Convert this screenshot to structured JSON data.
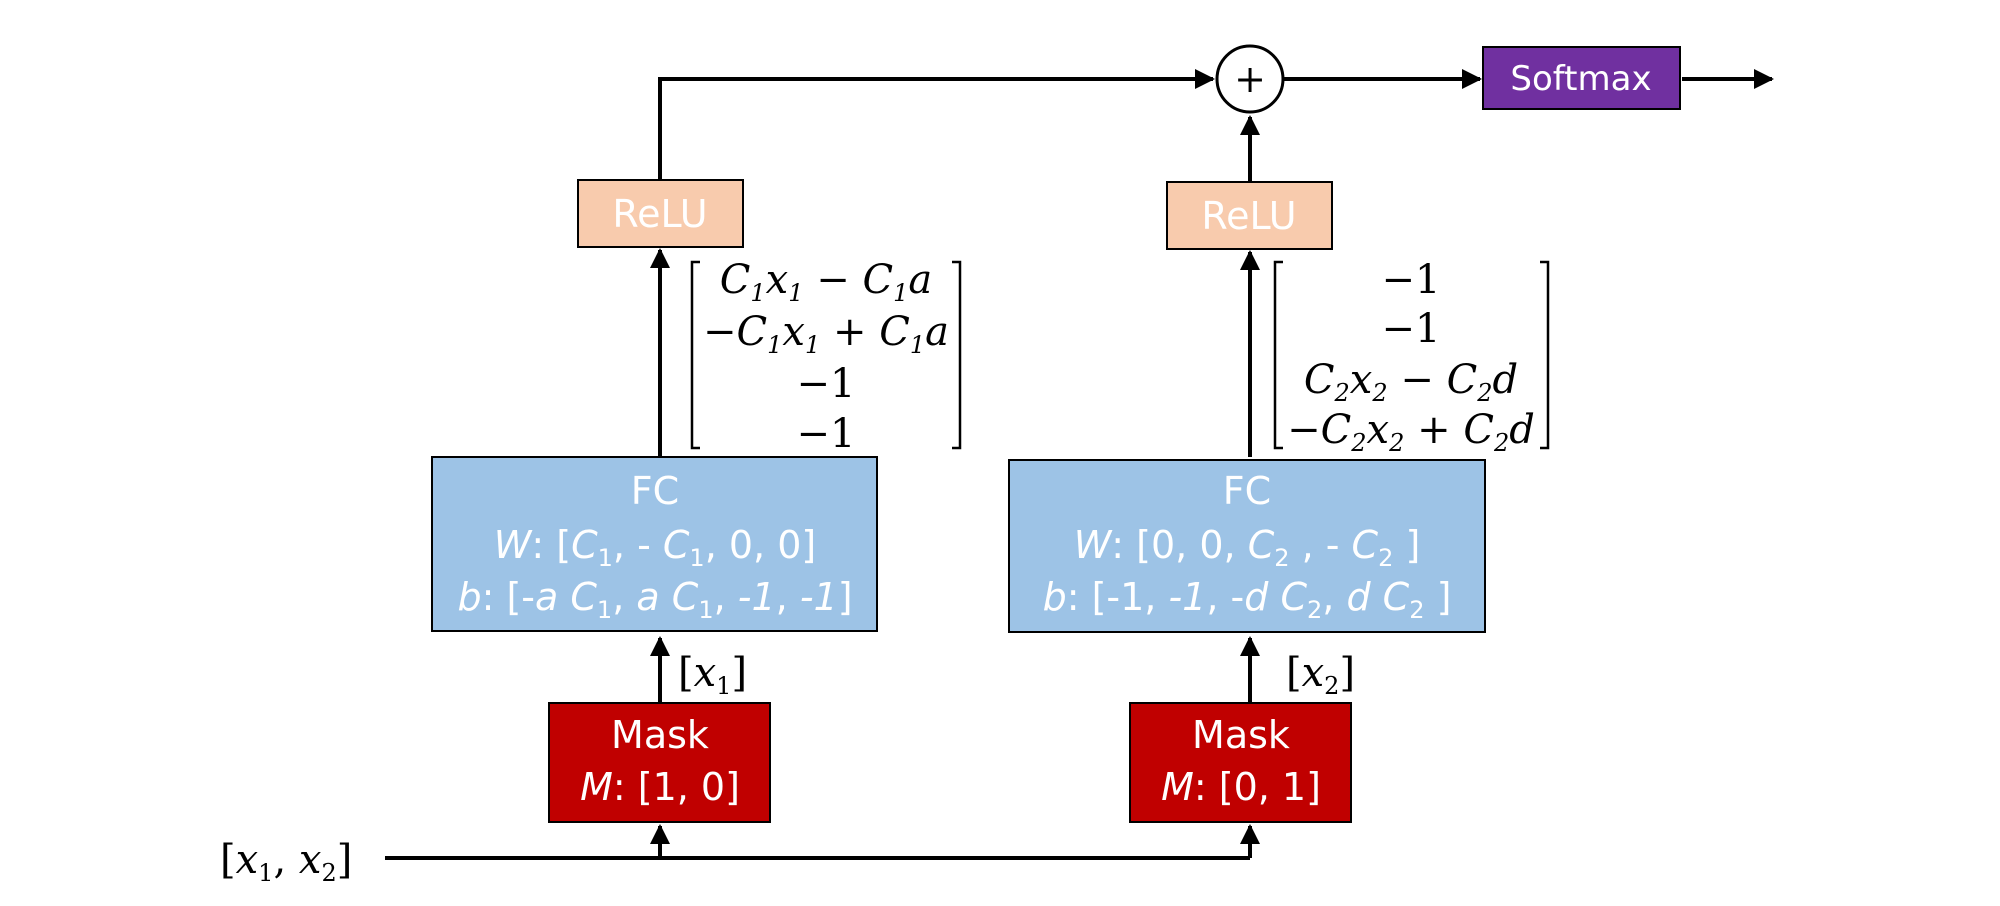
{
  "input_label": {
    "open": "[",
    "x1": "x",
    "s1": "1",
    "comma": ", ",
    "x2": "x",
    "s2": "2",
    "close": "]"
  },
  "branch1": {
    "mask": {
      "title": "Mask",
      "param_prefix": "M",
      "param_value": ": [1, 0]"
    },
    "mask_output": {
      "open": "[",
      "x": "x",
      "sub": "1",
      "close": "]"
    },
    "fc": {
      "title": "FC",
      "w_prefix": "W",
      "w_p1": ": [",
      "w_c1": "C",
      "w_s1": "1",
      "w_p2": ", - ",
      "w_c2": "C",
      "w_s2": "1",
      "w_p3": ", 0, 0]",
      "b_prefix": "b",
      "b_p1": ": [-",
      "b_a1": "a",
      "b_c1": "C",
      "b_s1": "1",
      "b_p2": ", ",
      "b_a2": "a",
      "b_c2": "C",
      "b_s2": "1",
      "b_p3": ", ",
      "b_m1": "-1",
      "b_p4": ", ",
      "b_m2": "-1",
      "b_p5": "]"
    },
    "vector": [
      "C1x1 − C1a",
      "−C1x1 + C1a",
      "−1",
      "−1"
    ],
    "relu": "ReLU"
  },
  "branch2": {
    "mask": {
      "title": "Mask",
      "param_prefix": "M",
      "param_value": ": [0, 1]"
    },
    "mask_output": {
      "open": "[",
      "x": "x",
      "sub": "2",
      "close": "]"
    },
    "fc": {
      "title": "FC",
      "w_prefix": "W",
      "w_p1": ": [0, 0, ",
      "w_c1": "C",
      "w_s1": "2",
      "w_p2": " , - ",
      "w_c2": "C",
      "w_s2": "2",
      "w_p3": " ]",
      "b_prefix": "b",
      "b_p1": ": [-1, ",
      "b_m1": "-1",
      "b_p2": ", -",
      "b_d1": "d",
      "b_c1": "C",
      "b_s1": "2",
      "b_p3": ", ",
      "b_d2": "d",
      "b_c2": "C",
      "b_s2": "2",
      "b_p4": " ]"
    },
    "vector": [
      "−1",
      "−1",
      "C2x2 − C2d",
      "−C2x2 + C2d"
    ],
    "relu": "ReLU"
  },
  "sum_symbol": "+",
  "softmax": "Softmax",
  "colors": {
    "mask": "#c00000",
    "fc": "#9dc3e6",
    "relu": "#f8cbad",
    "softmax": "#7030a0",
    "line": "#000000"
  }
}
